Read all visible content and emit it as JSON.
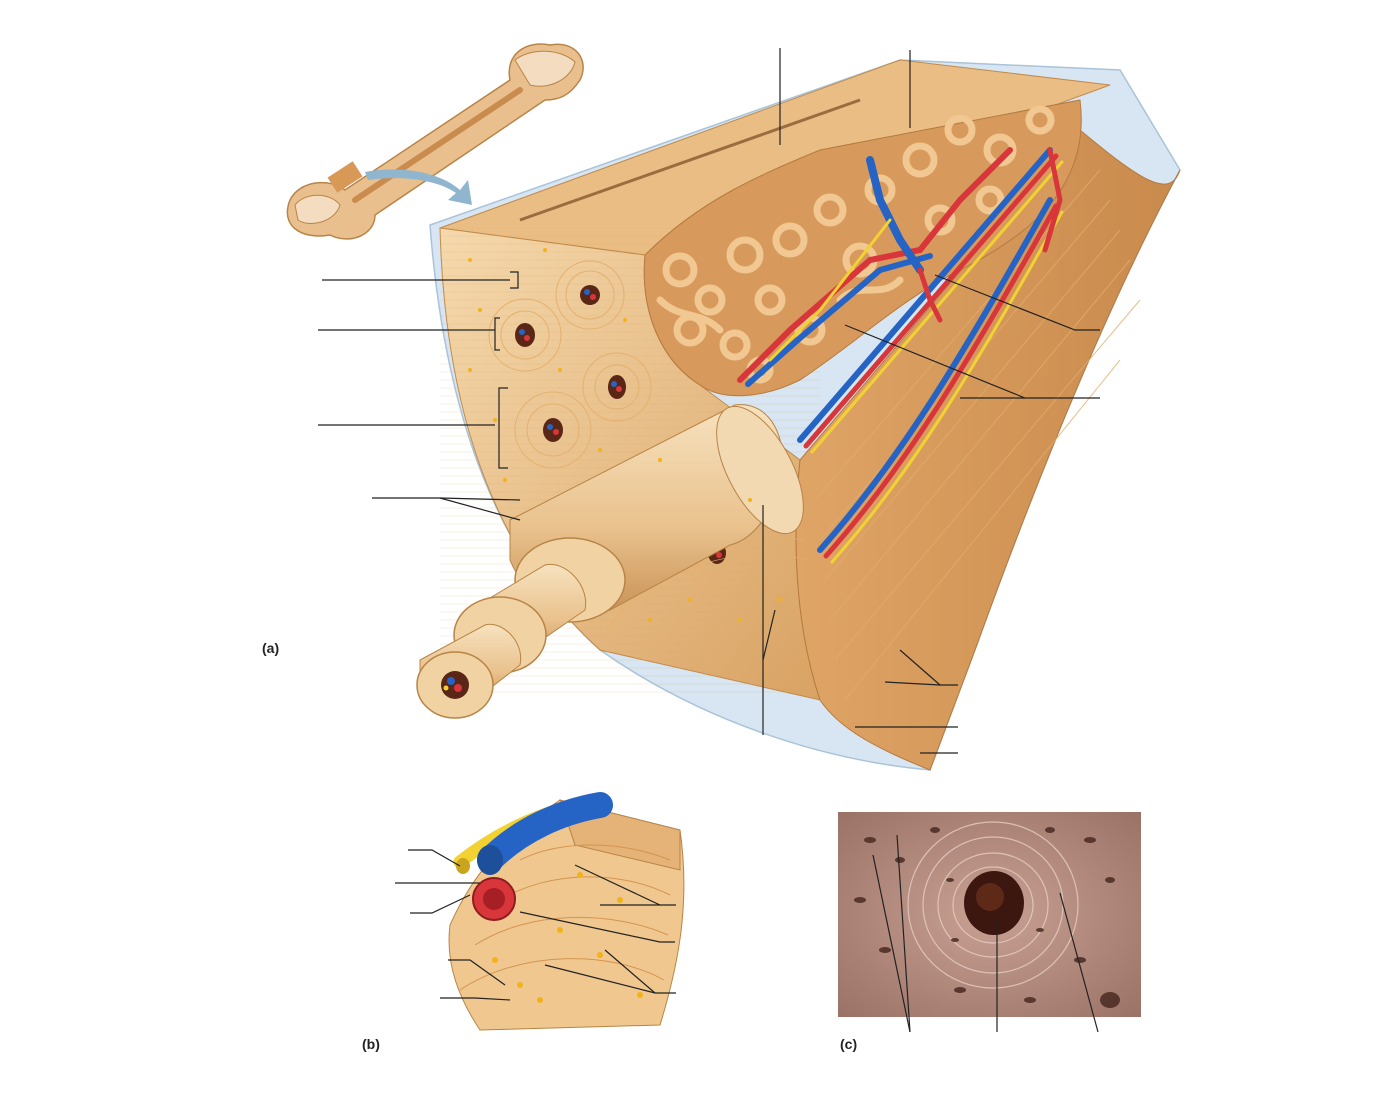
{
  "figure": {
    "panel_labels": {
      "a": "(a)",
      "b": "(b)",
      "c": "(c)"
    },
    "colors": {
      "bone_light": "#f2cf9c",
      "bone_mid": "#e8b67a",
      "bone_dark": "#c98c4e",
      "spongy": "#d9995a",
      "artery": "#d8363a",
      "vein": "#2563c4",
      "nerve": "#f1d232",
      "osteocyte": "#f2b21a",
      "periosteum": "#cfe0ee",
      "micrograph": "#b98f80",
      "canal_dark": "#3b1710"
    },
    "icons": [
      "long-bone-icon",
      "pointer-arrow-icon"
    ]
  }
}
